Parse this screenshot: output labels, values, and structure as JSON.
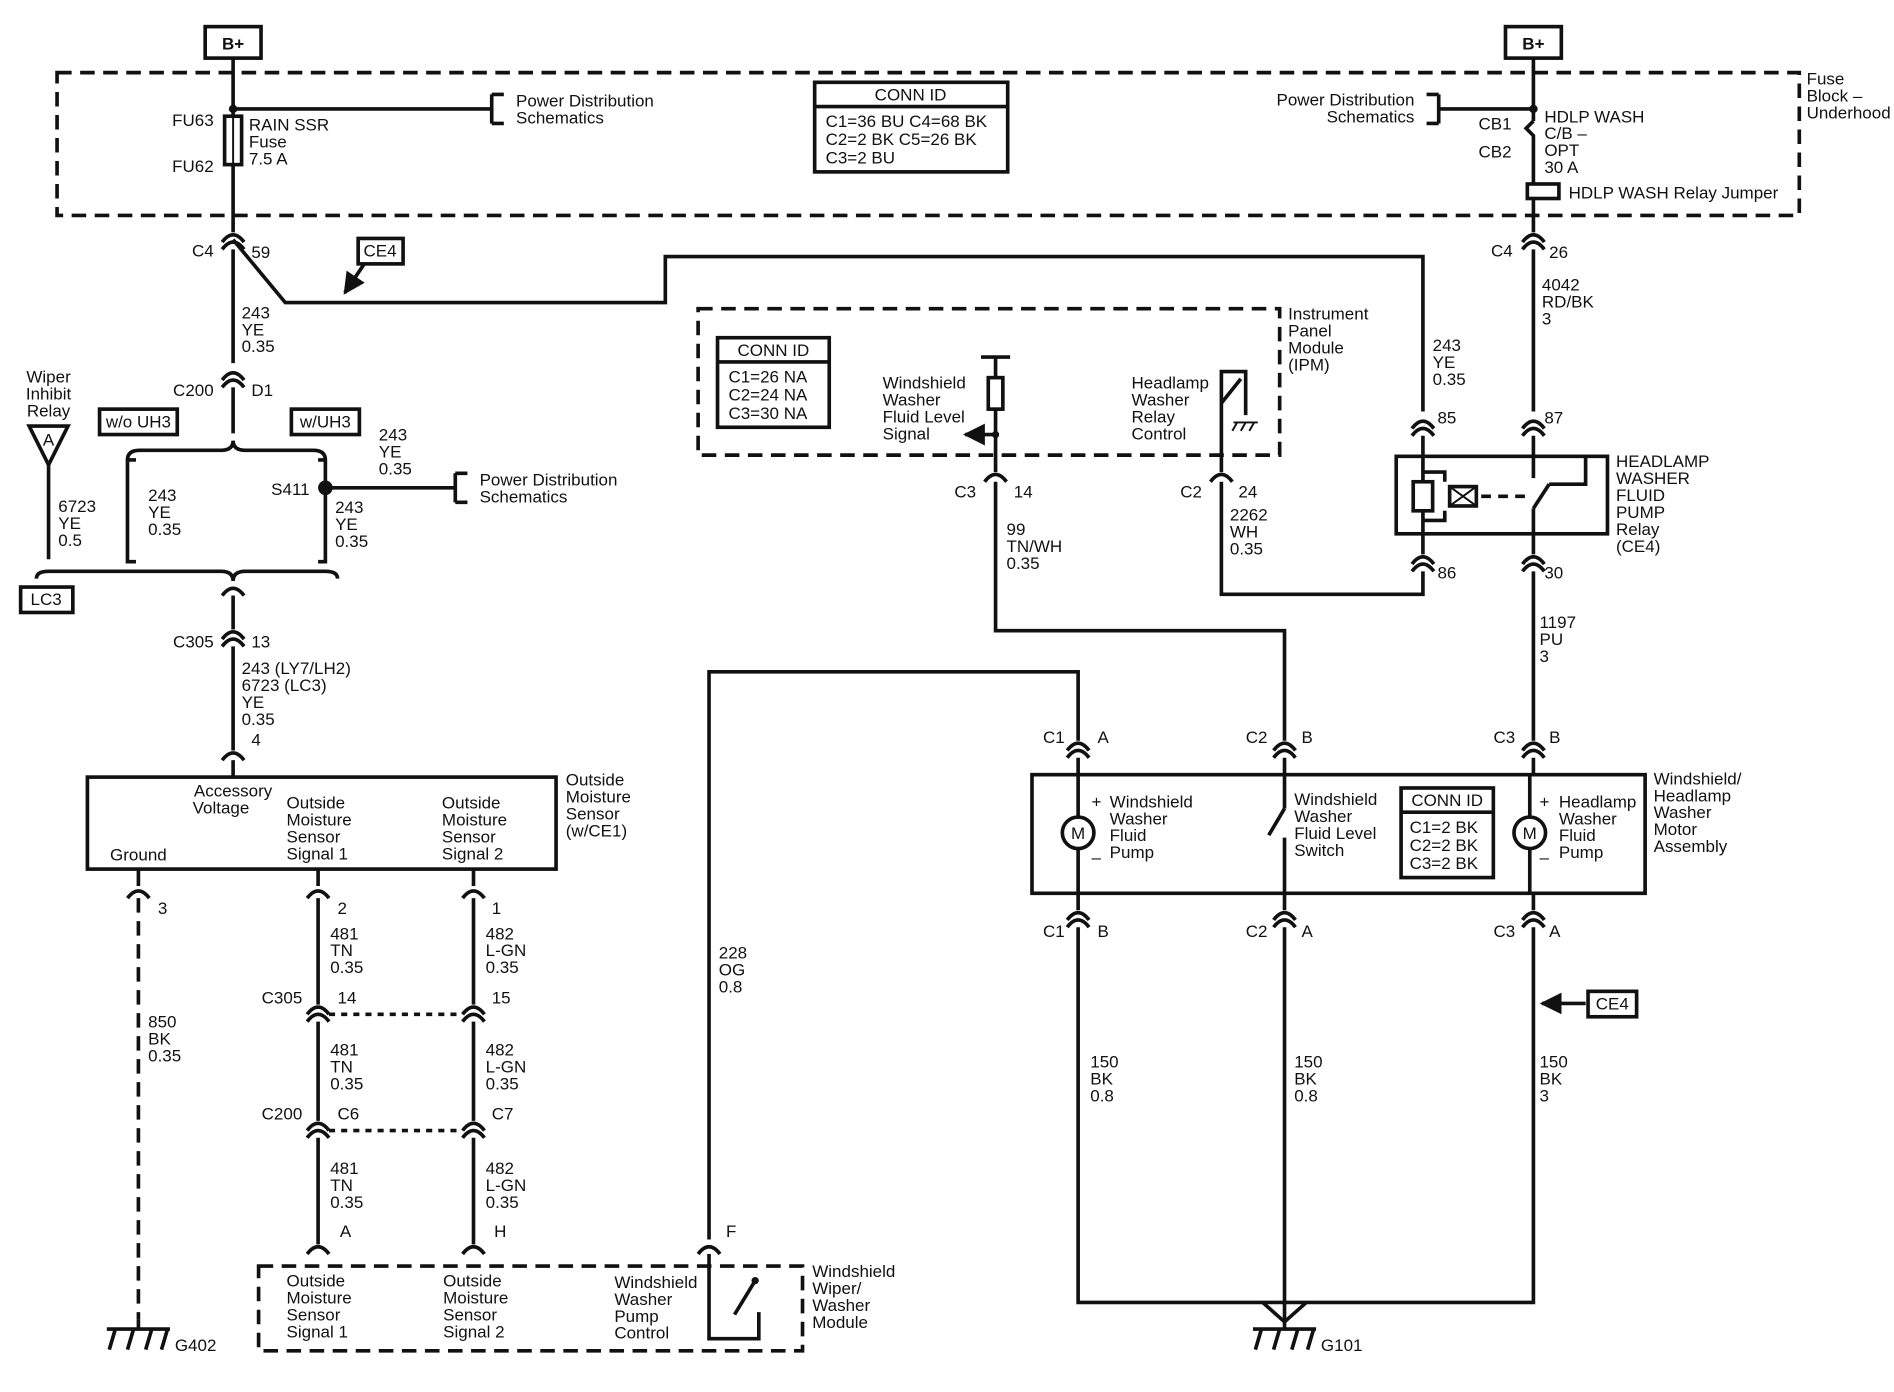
{
  "top": {
    "bplus_left": "B+",
    "bplus_right": "B+",
    "fuse_block": [
      "Fuse",
      "Block –",
      "Underhood"
    ],
    "pds_left": [
      "Power Distribution",
      "Schematics"
    ],
    "pds_right": [
      "Power Distribution",
      "Schematics"
    ],
    "fu63": "FU63",
    "fu62": "FU62",
    "fuse_left": [
      "RAIN SSR",
      "Fuse",
      "7.5 A"
    ],
    "cb1": "CB1",
    "cb2": "CB2",
    "cb_text": [
      "HDLP WASH",
      "C/B –",
      "OPT",
      "30 A"
    ],
    "relay_jumper": "HDLP WASH Relay Jumper",
    "conn_id_main": {
      "title": "CONN ID",
      "rows": [
        "C1=36 BU  C4=68 BK",
        "C2=2 BK    C5=26 BK",
        "C3=2 BU"
      ]
    }
  },
  "left": {
    "c4": "C4",
    "c4_pin": "59",
    "ce4_tag": "CE4",
    "w243_a": [
      "243",
      "YE",
      "0.35"
    ],
    "c200": "C200",
    "d1": "D1",
    "wo_uh3": "w/o UH3",
    "w_uh3": "w/UH3",
    "wiper_inhibit": [
      "Wiper",
      "Inhibit",
      "Relay"
    ],
    "relay_a": "A",
    "w6723": [
      "6723",
      "YE",
      "0.5"
    ],
    "w243_b": [
      "243",
      "YE",
      "0.35"
    ],
    "s411": "S411",
    "w243_c": [
      "243",
      "YE",
      "0.35"
    ],
    "w243_d": [
      "243",
      "YE",
      "0.35"
    ],
    "pds_s411": [
      "Power Distribution",
      "Schematics"
    ],
    "lc3": "LC3",
    "c305": "C305",
    "c305_pin": "13",
    "w243_lc3": [
      "243 (LY7/LH2)",
      "6723 (LC3)",
      "YE",
      "0.35"
    ],
    "sensor_pin_4": "4"
  },
  "sensor": {
    "name": [
      "Outside",
      "Moisture",
      "Sensor",
      "(w/CE1)"
    ],
    "accessory": [
      "Accessory",
      "Voltage"
    ],
    "ground": "Ground",
    "signal1": [
      "Outside",
      "Moisture",
      "Sensor",
      "Signal 1"
    ],
    "signal2": [
      "Outside",
      "Moisture",
      "Sensor",
      "Signal 2"
    ],
    "pin_ground": "3",
    "pin_sig1": "2",
    "pin_sig2": "1",
    "w850": [
      "850",
      "BK",
      "0.35"
    ],
    "w481_a": [
      "481",
      "TN",
      "0.35"
    ],
    "w482_a": [
      "482",
      "L-GN",
      "0.35"
    ],
    "c305": "C305",
    "c305_14": "14",
    "c305_15": "15",
    "w481_b": [
      "481",
      "TN",
      "0.35"
    ],
    "w482_b": [
      "482",
      "L-GN",
      "0.35"
    ],
    "c200": "C200",
    "c200_c6": "C6",
    "c200_c7": "C7",
    "w481_c": [
      "481",
      "TN",
      "0.35"
    ],
    "w482_c": [
      "482",
      "L-GN",
      "0.35"
    ],
    "g402": "G402"
  },
  "wiper_module": {
    "name": [
      "Windshield",
      "Wiper/",
      "Washer",
      "Module"
    ],
    "pin_a": "A",
    "pin_h": "H",
    "pin_f": "F",
    "sig1": [
      "Outside",
      "Moisture",
      "Sensor",
      "Signal 1"
    ],
    "sig2": [
      "Outside",
      "Moisture",
      "Sensor",
      "Signal 2"
    ],
    "pump_ctrl": [
      "Windshield",
      "Washer",
      "Pump",
      "Control"
    ],
    "w228": [
      "228",
      "OG",
      "0.8"
    ]
  },
  "ipm": {
    "name": [
      "Instrument",
      "Panel",
      "Module",
      "(IPM)"
    ],
    "conn_id": {
      "title": "CONN ID",
      "rows": [
        "C1=26 NA",
        "C2=24 NA",
        "C3=30 NA"
      ]
    },
    "fluid_signal": [
      "Windshield",
      "Washer",
      "Fluid Level",
      "Signal"
    ],
    "relay_ctrl": [
      "Headlamp",
      "Washer",
      "Relay",
      "Control"
    ],
    "c3": "C3",
    "c3_pin": "14",
    "c2": "C2",
    "c2_pin": "24",
    "w99": [
      "99",
      "TN/WH",
      "0.35"
    ],
    "w2262": [
      "2262",
      "WH",
      "0.35"
    ]
  },
  "relay": {
    "name": [
      "HEADLAMP",
      "WASHER",
      "FLUID",
      "PUMP",
      "Relay",
      "(CE4)"
    ],
    "c4": "C4",
    "c4_pin": "26",
    "w4042": [
      "4042",
      "RD/BK",
      "3"
    ],
    "w243": [
      "243",
      "YE",
      "0.35"
    ],
    "pin85": "85",
    "pin87": "87",
    "pin86": "86",
    "pin30": "30",
    "w1197": [
      "1197",
      "PU",
      "3"
    ]
  },
  "motor_assy": {
    "name": [
      "Windshield/",
      "Headlamp",
      "Washer",
      "Motor",
      "Assembly"
    ],
    "c1": "C1",
    "c1_pin_top": "A",
    "c2": "C2",
    "c2_pin_top": "B",
    "c3": "C3",
    "c3_pin_top": "B",
    "ws_pump": [
      "Windshield",
      "Washer",
      "Fluid",
      "Pump"
    ],
    "switch": [
      "Windshield",
      "Washer",
      "Fluid Level",
      "Switch"
    ],
    "hl_pump": [
      "Headlamp",
      "Washer",
      "Fluid",
      "Pump"
    ],
    "conn_id": {
      "title": "CONN ID",
      "rows": [
        "C1=2 BK",
        "C2=2 BK",
        "C3=2 BK"
      ]
    },
    "motor_m": "M",
    "plus": "+",
    "minus": "–",
    "c1_bot": "C1",
    "c1_pin_bot": "B",
    "c2_bot": "C2",
    "c2_pin_bot": "A",
    "c3_bot": "C3",
    "c3_pin_bot": "A",
    "ce4_tag": "CE4",
    "w150_a": [
      "150",
      "BK",
      "0.8"
    ],
    "w150_b": [
      "150",
      "BK",
      "0.8"
    ],
    "w150_c": [
      "150",
      "BK",
      "3"
    ],
    "g101": "G101"
  }
}
